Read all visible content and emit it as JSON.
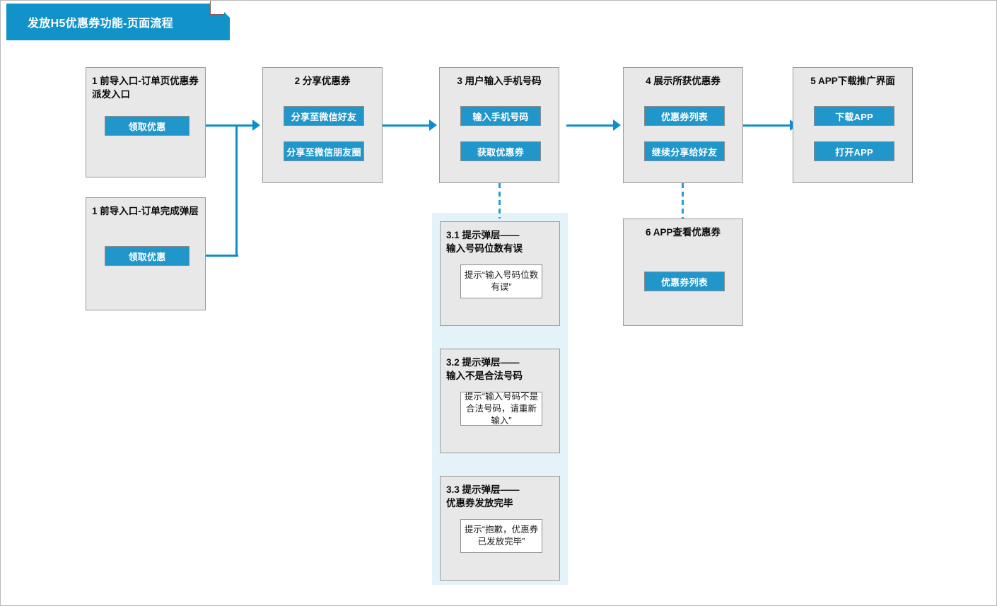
{
  "title": {
    "text": "发放H5优惠券功能-页面流程"
  },
  "colors": {
    "accent_blue": "#1193ca",
    "button_blue": "#2196ca",
    "connector_blue": "#0b8fcc",
    "dashed_blue": "#21a0d6",
    "node_fill": "#e8e8e8",
    "node_border": "#9a9a9a",
    "subflow_panel": "#e4f2fa",
    "page_border": "#b8b8b8"
  },
  "nodes": [
    {
      "id": "node-1a",
      "title": "1 前导入口-订单页优惠券派发入口",
      "align": "left",
      "buttons": [
        {
          "label": "领取优惠"
        }
      ],
      "inner": []
    },
    {
      "id": "node-1b",
      "title": "1 前导入口-订单完成弹层",
      "align": "left",
      "buttons": [
        {
          "label": "领取优惠"
        }
      ],
      "inner": []
    },
    {
      "id": "node-2",
      "title": "2 分享优惠券",
      "align": "center",
      "buttons": [
        {
          "label": "分享至微信好友"
        },
        {
          "label": "分享至微信朋友圈"
        }
      ],
      "inner": []
    },
    {
      "id": "node-3",
      "title": "3 用户输入手机号码",
      "align": "center",
      "buttons": [
        {
          "label": "输入手机号码"
        },
        {
          "label": "获取优惠券"
        }
      ],
      "inner": []
    },
    {
      "id": "node-4",
      "title": "4 展示所获优惠券",
      "align": "center",
      "buttons": [
        {
          "label": "优惠券列表"
        },
        {
          "label": "继续分享给好友"
        }
      ],
      "inner": []
    },
    {
      "id": "node-5",
      "title": "5 APP下载推广界面",
      "align": "center",
      "buttons": [
        {
          "label": "下载APP"
        },
        {
          "label": "打开APP"
        }
      ],
      "inner": []
    },
    {
      "id": "node-6",
      "title": "6 APP查看优惠券",
      "align": "center",
      "buttons": [
        {
          "label": "优惠券列表"
        }
      ],
      "inner": []
    },
    {
      "id": "node-31",
      "title": "3.1 提示弹层——\n输入号码位数有误",
      "align": "left",
      "buttons": [],
      "inner": [
        {
          "text": "提示“输入号码位数有误”"
        }
      ]
    },
    {
      "id": "node-32",
      "title": "3.2 提示弹层——\n输入不是合法号码",
      "align": "left",
      "buttons": [],
      "inner": [
        {
          "text": "提示“输入号码不是合法号码，请重新输入”"
        }
      ]
    },
    {
      "id": "node-33",
      "title": "3.3 提示弹层——\n优惠券发放完毕",
      "align": "left",
      "buttons": [],
      "inner": [
        {
          "text": "提示“抱歉，优惠券已发放完毕”"
        }
      ]
    }
  ],
  "connectors": [
    {
      "name": "node1a-to-node2",
      "style": "solid-arrow"
    },
    {
      "name": "node1b-to-merge",
      "style": "solid-elbow"
    },
    {
      "name": "node2-to-node3",
      "style": "solid-arrow"
    },
    {
      "name": "node3-to-node4",
      "style": "solid-arrow"
    },
    {
      "name": "node4-to-node5",
      "style": "solid-arrow"
    },
    {
      "name": "node3-to-subflow",
      "style": "dashed"
    },
    {
      "name": "node4-to-node6",
      "style": "dashed"
    }
  ]
}
